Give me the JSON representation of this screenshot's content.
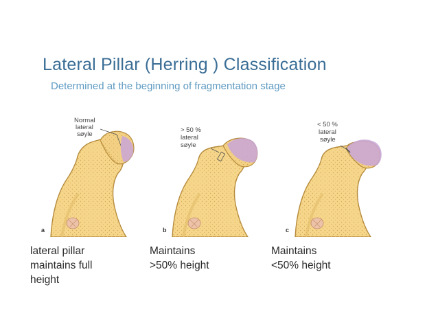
{
  "title": "Lateral Pillar (Herring ) Classification",
  "subtitle": "Determined at the beginning of fragmentation stage",
  "panels": [
    {
      "letter": "a",
      "label_lines": [
        "Normal",
        "lateral",
        "søyle"
      ],
      "caption": "lateral pillar\nmaintains full\nheight"
    },
    {
      "letter": "b",
      "label_lines": [
        "> 50 %",
        "lateral",
        "søyle"
      ],
      "caption": "Maintains\n>50% height"
    },
    {
      "letter": "c",
      "label_lines": [
        "< 50 %",
        "lateral",
        "søyle"
      ],
      "caption": "Maintains\n<50% height"
    }
  ],
  "colors": {
    "title": "#3a6d95",
    "subtitle": "#5e9ac2",
    "bone_fill": "#f5d68a",
    "bone_outline": "#b48a3c",
    "necrotic_zone": "#c9a6d8"
  }
}
